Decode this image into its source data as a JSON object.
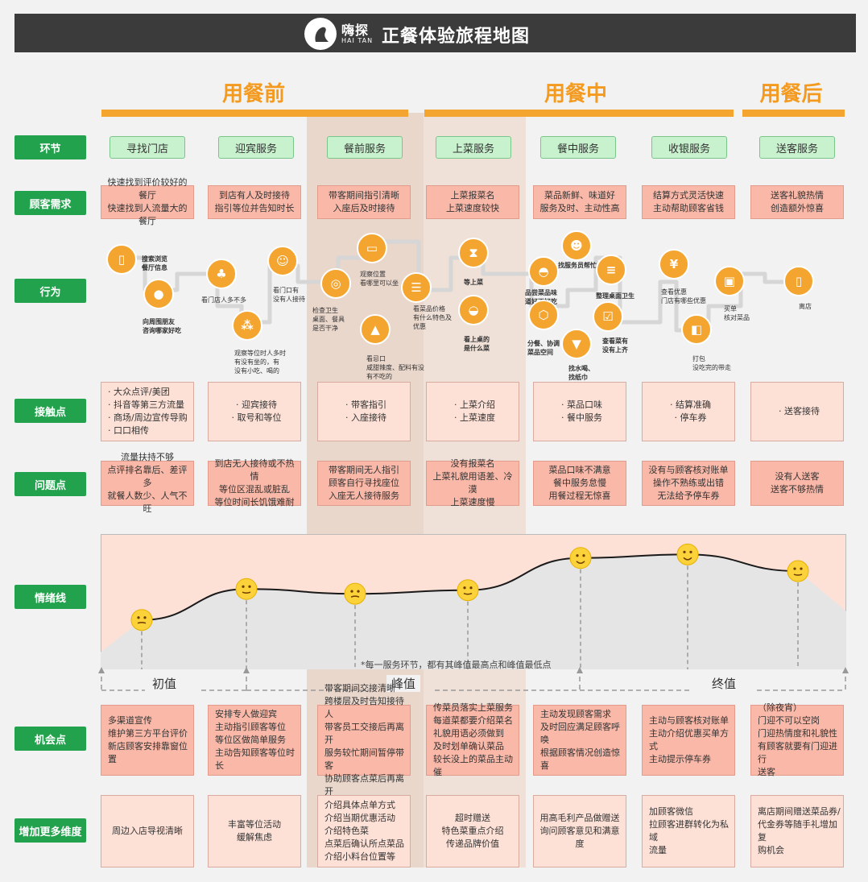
{
  "header": {
    "logo_text": "嗨探",
    "logo_sub": "HAI TAN",
    "title": "正餐体验旅程地图"
  },
  "phases": [
    "用餐前",
    "用餐中",
    "用餐后"
  ],
  "row_labels": {
    "stage": "环节",
    "needs": "顾客需求",
    "behavior": "行为",
    "touchpoints": "接触点",
    "problems": "问题点",
    "emotion": "情绪线",
    "opportunities": "机会点",
    "more": "增加更多维度"
  },
  "stages": [
    "寻找门店",
    "迎宾服务",
    "餐前服务",
    "上菜服务",
    "餐中服务",
    "收银服务",
    "送客服务"
  ],
  "needs": [
    "快速找到评价较好的餐厅\n快速找到人流量大的餐厅",
    "到店有人及时接待\n指引等位并告知时长",
    "带客期间指引清晰\n入座后及时接待",
    "上菜报菜名\n上菜速度较快",
    "菜品新鲜、味道好\n服务及时、主动性高",
    "结算方式灵活快速\n主动帮助顾客省钱",
    "送客礼貌热情\n创造额外惊喜"
  ],
  "behaviors": [
    {
      "icon": "phone-icon",
      "glyph": "▯",
      "label": "搜索浏览\n餐厅信息"
    },
    {
      "icon": "person-icon",
      "glyph": "●",
      "label": "向周围朋友\n咨询哪家好吃"
    },
    {
      "icon": "group-icon",
      "glyph": "♣",
      "label": "看门店人多不多"
    },
    {
      "icon": "waiter-icon",
      "glyph": "☺",
      "label": "看门口有\n没有人接待"
    },
    {
      "icon": "queue-icon",
      "glyph": "⁂",
      "label": "观察等位时人多时\n有没有坐的，有\n没有小吃、喝的"
    },
    {
      "icon": "inspect-icon",
      "glyph": "◎",
      "label": "检查卫生\n桌面、餐具\n是否干净"
    },
    {
      "icon": "sofa-icon",
      "glyph": "▭",
      "label": "观察位置\n看哪里可以坐"
    },
    {
      "icon": "menu-icon",
      "glyph": "☰",
      "label": "看菜品价格\n有什么特色及\n优惠"
    },
    {
      "icon": "taste-icon",
      "glyph": "▲",
      "label": "看忌口\n咸甜辣度、配料有没\n有不吃的"
    },
    {
      "icon": "hourglass-icon",
      "glyph": "⧗",
      "label": "等上菜"
    },
    {
      "icon": "bowl-icon",
      "glyph": "◒",
      "label": "看上桌的\n是什么菜"
    },
    {
      "icon": "dish-icon",
      "glyph": "◓",
      "label": "品尝菜品味\n道好不好吃"
    },
    {
      "icon": "waitress-icon",
      "glyph": "☻",
      "label": "找服务员帮忙"
    },
    {
      "icon": "cleaning-icon",
      "glyph": "≡",
      "label": "整理桌面卫生"
    },
    {
      "icon": "share-icon",
      "glyph": "⬡",
      "label": "分餐、协调\n菜品空间"
    },
    {
      "icon": "cup-icon",
      "glyph": "▼",
      "label": "找水喝、\n找纸巾"
    },
    {
      "icon": "checklist-icon",
      "glyph": "☑",
      "label": "查看菜有\n没有上齐"
    },
    {
      "icon": "coupon-icon",
      "glyph": "¥",
      "label": "查看优惠\n门店有哪些优惠"
    },
    {
      "icon": "bag-icon",
      "glyph": "◧",
      "label": "打包\n没吃完的带走"
    },
    {
      "icon": "wallet-icon",
      "glyph": "▣",
      "label": "买单\n核对菜品"
    },
    {
      "icon": "door-icon",
      "glyph": "▯",
      "label": "离店"
    }
  ],
  "touchpoints": [
    "· 大众点评/美团\n· 抖音等第三方流量\n· 商场/周边宣传导购\n· 口口相传",
    "· 迎宾接待\n· 取号和等位",
    "· 带客指引\n· 入座接待",
    "· 上菜介绍\n· 上菜速度",
    "· 菜品口味\n· 餐中服务",
    "· 结算准确\n· 停车券",
    "· 送客接待"
  ],
  "problems": [
    "流量扶持不够\n点评排名靠后、差评多\n就餐人数少、人气不旺",
    "到店无人接待或不热情\n等位区混乱或脏乱\n等位时间长饥饿难耐",
    "带客期间无人指引\n顾客自行寻找座位\n入座无人接待服务",
    "没有报菜名\n上菜礼貌用语差、冷漠\n上菜速度慢",
    "菜品口味不满意\n餐中服务怠慢\n用餐过程无惊喜",
    "没有与顾客核对账单\n操作不熟练或出错\n无法给予停车券",
    "没有人送客\n送客不够热情"
  ],
  "emotion": {
    "note": "*每一服务环节，都有其峰值最高点和峰值最低点",
    "spans": [
      "初值",
      "峰值",
      "终值"
    ],
    "points": [
      {
        "stage": "寻找门店",
        "level": 0.36,
        "emoji": "sleepy-face-icon"
      },
      {
        "stage": "迎宾服务",
        "level": 0.62,
        "emoji": "worried-face-icon"
      },
      {
        "stage": "餐前服务",
        "level": 0.58,
        "emoji": "neutral-face-icon"
      },
      {
        "stage": "上菜服务",
        "level": 0.61,
        "emoji": "sweat-smile-face-icon"
      },
      {
        "stage": "餐中服务",
        "level": 0.88,
        "emoji": "smiling-face-icon"
      },
      {
        "stage": "收银服务",
        "level": 0.91,
        "emoji": "heart-eyes-face-icon"
      },
      {
        "stage": "送客服务",
        "level": 0.77,
        "emoji": "tears-of-joy-face-icon"
      }
    ]
  },
  "opportunities": [
    "多渠道宣传\n维护第三方平台评价\n新店顾客安排靠窗位置",
    "安排专人做迎宾\n主动指引顾客等位\n等位区做简单服务\n主动告知顾客等位时长",
    "带客期间交接清晰\n跨楼层及时告知接待人\n带客员工交接后再离开\n服务较忙期间暂停带客\n协助顾客点菜后再离开",
    "传菜员落实上菜服务\n每道菜都要介绍菜名\n礼貌用语必须做到\n及时划单确认菜品\n较长没上的菜品主动催",
    "主动发现顾客需求\n及时回应满足顾客呼唤\n根据顾客情况创造惊喜",
    "主动与顾客核对账单\n主动介绍优惠买单方式\n主动提示停车券",
    "（除夜宵）\n门迎不可以空岗\n门迎热情度和礼貌性\n有顾客就要有门迎进行\n送客"
  ],
  "more": [
    "周边入店导视清晰",
    "丰富等位活动\n缓解焦虑",
    "介绍具体点单方式\n介绍当期优惠活动\n介绍特色菜\n点菜后确认所点菜品\n介绍小料台位置等",
    "超时赠送\n特色菜重点介绍\n传递品牌价值",
    "用高毛利产品做赠送\n询问顾客意见和满意度",
    "加顾客微信\n拉顾客进群转化为私域\n流量",
    "离店期间赠送菜品券/\n代金券等随手礼增加复\n购机会"
  ],
  "colors": {
    "header_bg": "#3b3b3b",
    "label_green": "#23a24d",
    "accent_orange": "#f4a52f",
    "salmon": "#f9b8a8",
    "light_salmon": "#fde0d6",
    "stage_green": "#c8f1cd"
  }
}
